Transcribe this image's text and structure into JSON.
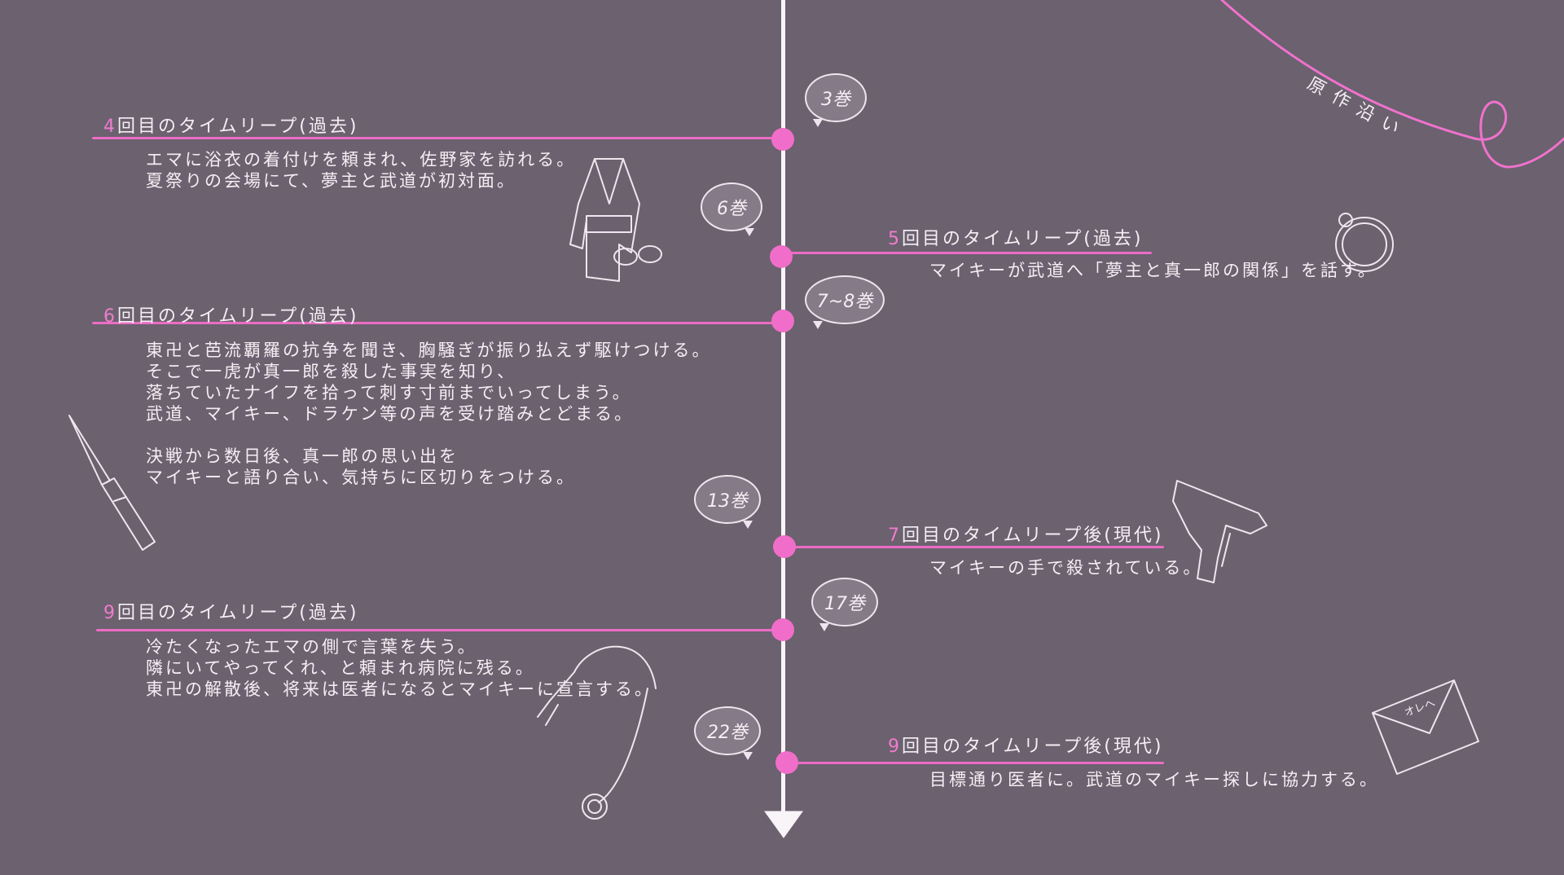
{
  "decor_label": "原作沿い",
  "envelope_label": "オレへ",
  "colors": {
    "background": "#6b616f",
    "accent": "#f06ec9",
    "chalk": "#f4eff4"
  },
  "events": [
    {
      "num": "4",
      "title": "回目のタイムリープ(過去)",
      "lines": [
        "エマに浴衣の着付けを頼まれ、佐野家を訪れる。",
        "夏祭りの会場にて、夢主と武道が初対面。"
      ]
    },
    {
      "num": "5",
      "title": "回目のタイムリープ(過去)",
      "lines": [
        "マイキーが武道へ「夢主と真一郎の関係」を話す。"
      ]
    },
    {
      "num": "6",
      "title": "回目のタイムリープ(過去)",
      "lines": [
        "東卍と芭流覇羅の抗争を聞き、胸騒ぎが振り払えず駆けつける。",
        "そこで一虎が真一郎を殺した事実を知り、",
        "落ちていたナイフを拾って刺す寸前までいってしまう。",
        "武道、マイキー、ドラケン等の声を受け踏みとどまる。",
        "",
        "決戦から数日後、真一郎の思い出を",
        "マイキーと語り合い、気持ちに区切りをつける。"
      ]
    },
    {
      "num": "7",
      "title": "回目のタイムリープ後(現代)",
      "lines": [
        "マイキーの手で殺されている。"
      ]
    },
    {
      "num": "9",
      "title": "回目のタイムリープ(過去)",
      "lines": [
        "冷たくなったエマの側で言葉を失う。",
        "隣にいてやってくれ、と頼まれ病院に残る。",
        "東卍の解散後、将来は医者になるとマイキーに宣言する。"
      ]
    },
    {
      "num": "9",
      "title": "回目のタイムリープ後(現代)",
      "lines": [
        "目標通り医者に。武道のマイキー探しに協力する。"
      ]
    }
  ],
  "volumes": [
    "3巻",
    "6巻",
    "7~8巻",
    "13巻",
    "17巻",
    "22巻"
  ]
}
